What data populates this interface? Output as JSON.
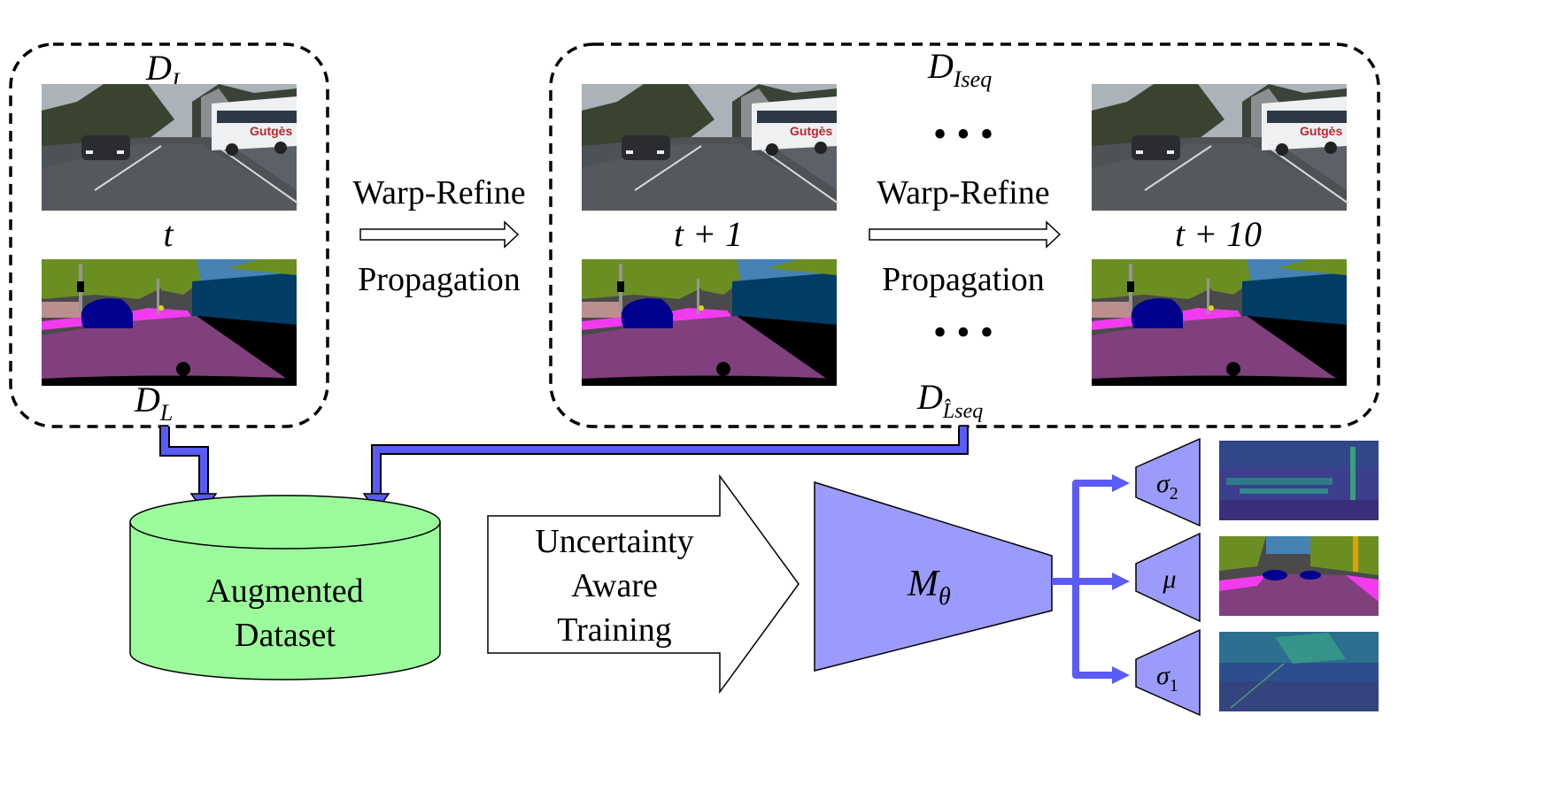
{
  "source_group": {
    "image_label": "D",
    "image_label_sub": "I",
    "time_label": "t",
    "label_map_label": "D",
    "label_map_label_sub": "L"
  },
  "propagation_step_1": {
    "line1": "Warp-Refine",
    "line2": "Propagation"
  },
  "sequence_group": {
    "image_seq_label": "D",
    "image_seq_label_sub": "Iseq",
    "label_seq_label": "D",
    "label_seq_label_sub": "L̂seq",
    "frame_first_label": "t + 1",
    "frame_last_label": "t + 10",
    "ellipsis": "• • •"
  },
  "propagation_step_2": {
    "line1": "Warp-Refine",
    "line2": "Propagation"
  },
  "dataset": {
    "line1": "Augmented",
    "line2": "Dataset"
  },
  "training_arrow": {
    "line1": "Uncertainty",
    "line2": "Aware",
    "line3": "Training"
  },
  "model": {
    "label": "M",
    "label_sub": "θ"
  },
  "heads": [
    {
      "label": "σ",
      "sub": "2"
    },
    {
      "label": "μ",
      "sub": ""
    },
    {
      "label": "σ",
      "sub": "1"
    }
  ],
  "colors": {
    "dataset_fill": "#9cfc9c",
    "model_fill": "#9b9bfb",
    "connector_blue": "#5b5bf5",
    "road": "#80407e",
    "sidewalk_magenta": "#f23bee",
    "vegetation": "#6b8e23",
    "building": "#4a4a4a",
    "sky": "#4682b4",
    "car": "#00008e",
    "bus": "#003c64",
    "ego": "#000000"
  }
}
